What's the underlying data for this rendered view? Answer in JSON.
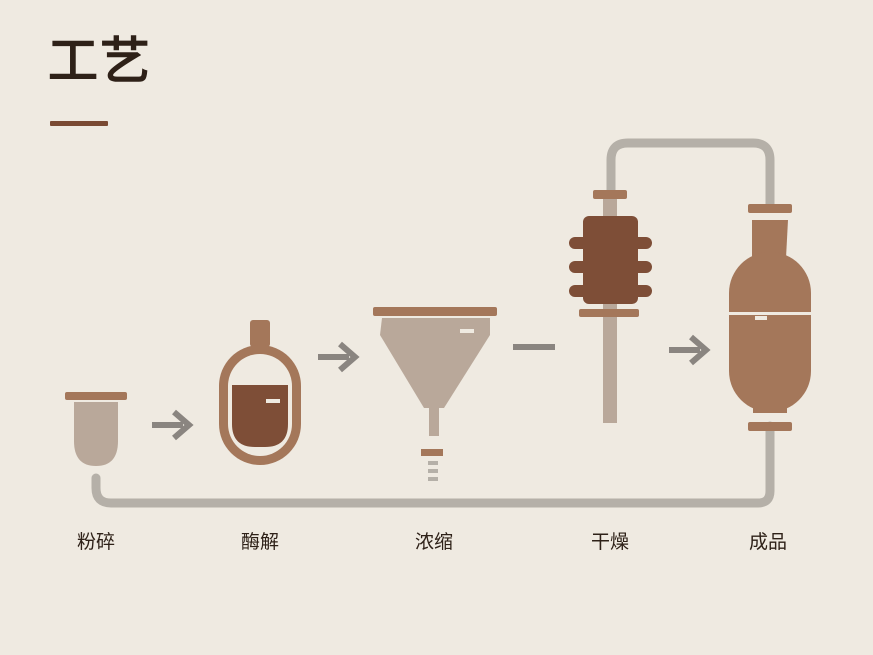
{
  "title": "工艺",
  "steps": [
    {
      "label": "粉碎"
    },
    {
      "label": "酶解"
    },
    {
      "label": "浓缩"
    },
    {
      "label": "干燥"
    },
    {
      "label": "成品"
    }
  ],
  "colors": {
    "background": "#EFEAE1",
    "title": "#2E2118",
    "accent": "#7A4A33",
    "pipe": "#B5B0A8",
    "arrow": "#8A8580",
    "light_brown": "#B9A89A",
    "mid_brown": "#A4775A",
    "dark_brown": "#7E4E37"
  }
}
